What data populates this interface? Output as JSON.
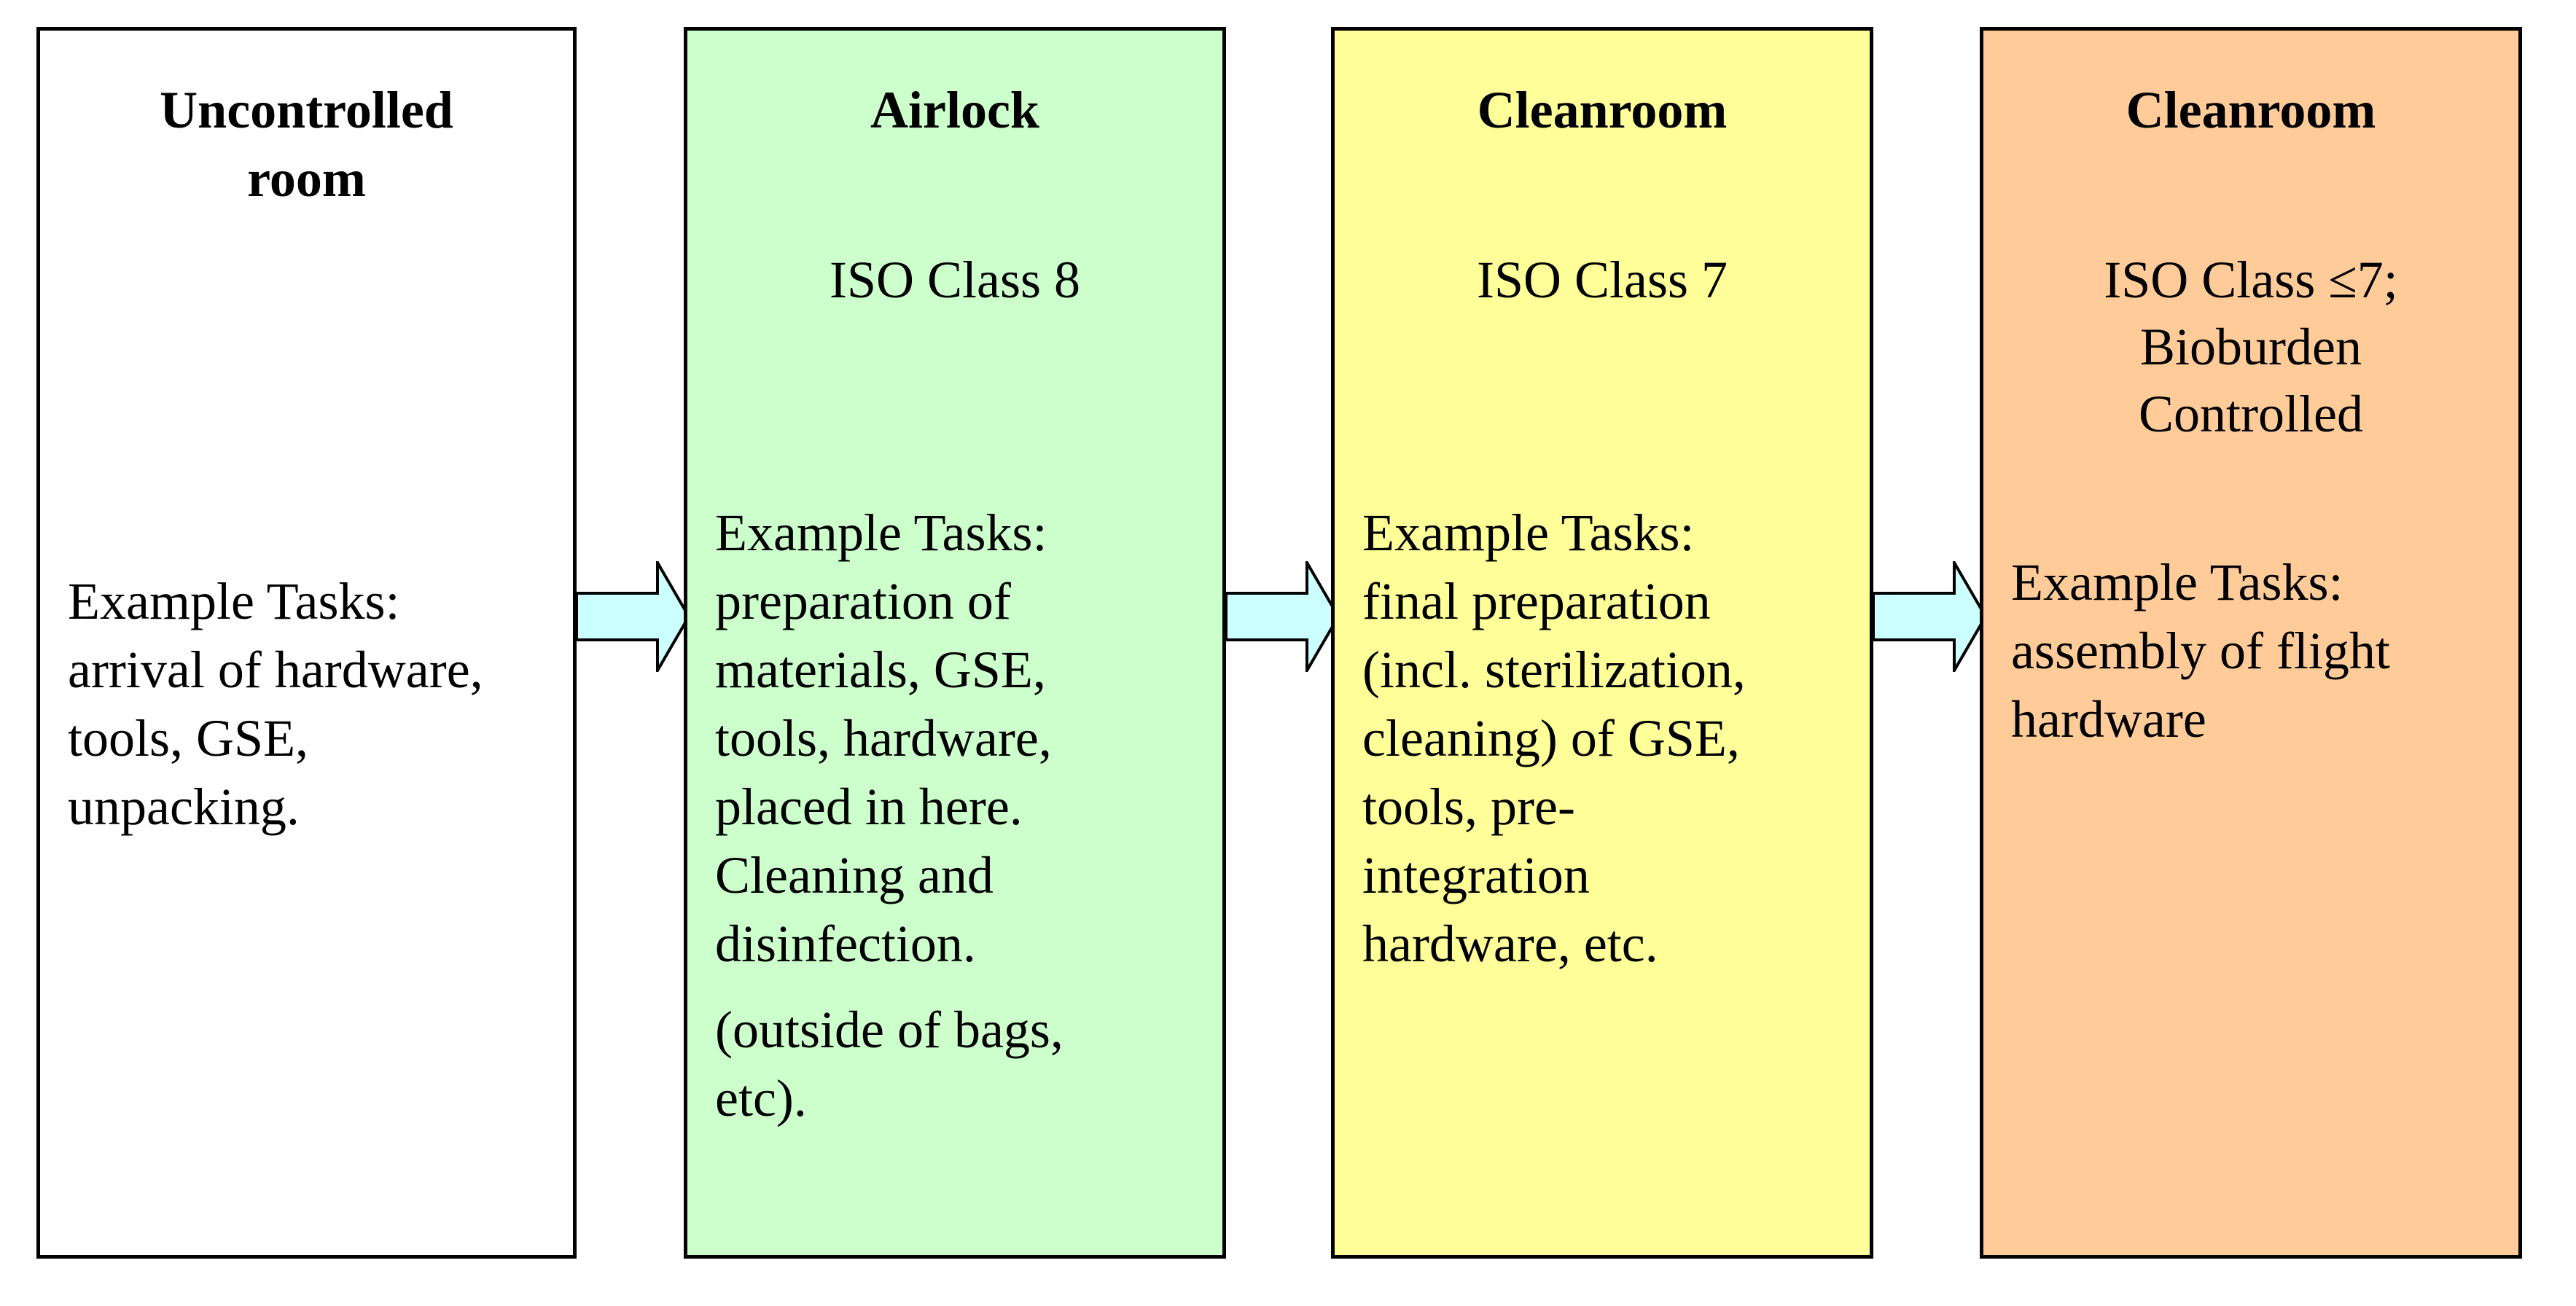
{
  "colors": {
    "border": "#000000",
    "arrow_fill": "#ccffff"
  },
  "rooms": [
    {
      "title": "Uncontrolled\nroom",
      "class_label": "",
      "tasks": "Example Tasks:\narrival of hardware,\ntools, GSE,\nunpacking.",
      "note": "",
      "fill": "#ffffff"
    },
    {
      "title": "Airlock",
      "class_label": "ISO Class 8",
      "tasks": "Example Tasks:\npreparation of\nmaterials, GSE,\ntools, hardware,\nplaced in here.\nCleaning and\ndisinfection.",
      "note": "(outside of bags,\netc).",
      "fill": "#ccffcc"
    },
    {
      "title": "Cleanroom",
      "class_label": "ISO Class 7",
      "tasks": "Example Tasks:\nfinal preparation\n(incl. sterilization,\ncleaning) of GSE,\ntools, pre-\nintegration\nhardware, etc.",
      "note": "",
      "fill": "#ffff99"
    },
    {
      "title": "Cleanroom",
      "class_label": "ISO Class ≤7;\nBioburden\nControlled",
      "tasks": "Example Tasks:\nassembly of flight\nhardware",
      "note": "",
      "fill": "#ffcc99"
    }
  ]
}
